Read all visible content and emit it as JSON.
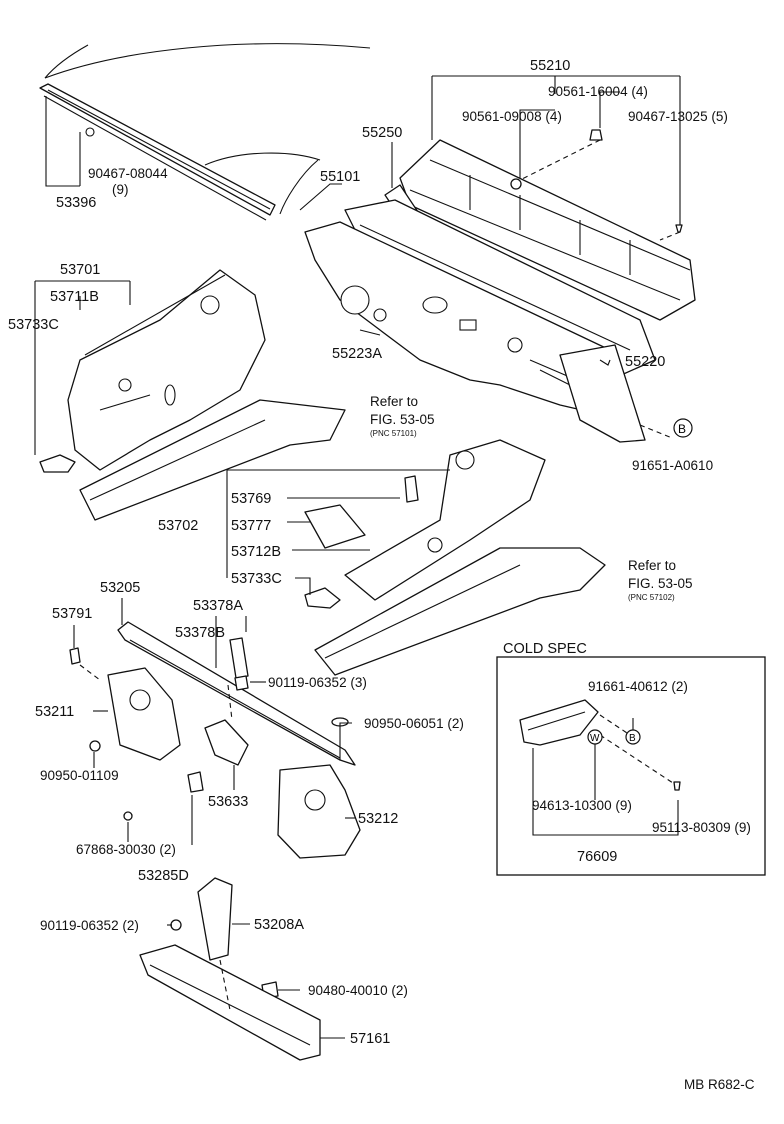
{
  "parts": {
    "p55210": "55210",
    "p90561_16004": "90561-16004 (4)",
    "p90561_09008": "90561-09008 (4)",
    "p90467_13025": "90467-13025 (5)",
    "p55250": "55250",
    "p55101": "55101",
    "p90467_08044": "90467-08044",
    "p90467_08044_qty": "(9)",
    "p53396": "53396",
    "p55223A": "55223A",
    "p55220": "55220",
    "p53701": "53701",
    "p53711B": "53711B",
    "p53733C_a": "53733C",
    "p91651_A0610": "91651-A0610",
    "p53769": "53769",
    "p53702": "53702",
    "p53777": "53777",
    "p53712B": "53712B",
    "p53733C_b": "53733C",
    "p53205": "53205",
    "p53791": "53791",
    "p53378A": "53378A",
    "p53378B": "53378B",
    "p90119_06352_a": "90119-06352 (3)",
    "p53211": "53211",
    "p90950_06051": "90950-06051 (2)",
    "p90950_01109": "90950-01109",
    "p53633": "53633",
    "p53212": "53212",
    "p67868_30030": "67868-30030 (2)",
    "p53285D": "53285D",
    "p90119_06352_b": "90119-06352 (2)",
    "p53208A": "53208A",
    "p90480_40010": "90480-40010 (2)",
    "p57161": "57161"
  },
  "refs": {
    "ref1_line1": "Refer to",
    "ref1_line2": "FIG. 53-05",
    "ref1_pnc": "(PNC 57101)",
    "ref2_line1": "Refer to",
    "ref2_line2": "FIG. 53-05",
    "ref2_pnc": "(PNC 57102)"
  },
  "cold_spec": {
    "title": "COLD SPEC",
    "p91661_40612": "91661-40612 (2)",
    "p94613_10300": "94613-10300 (9)",
    "p95113_80309": "95113-80309 (9)",
    "p76609": "76609",
    "mark_b": "B",
    "mark_w": "W"
  },
  "markers": {
    "mark_b_main": "B"
  },
  "footer": {
    "code": "MB R682-C"
  }
}
